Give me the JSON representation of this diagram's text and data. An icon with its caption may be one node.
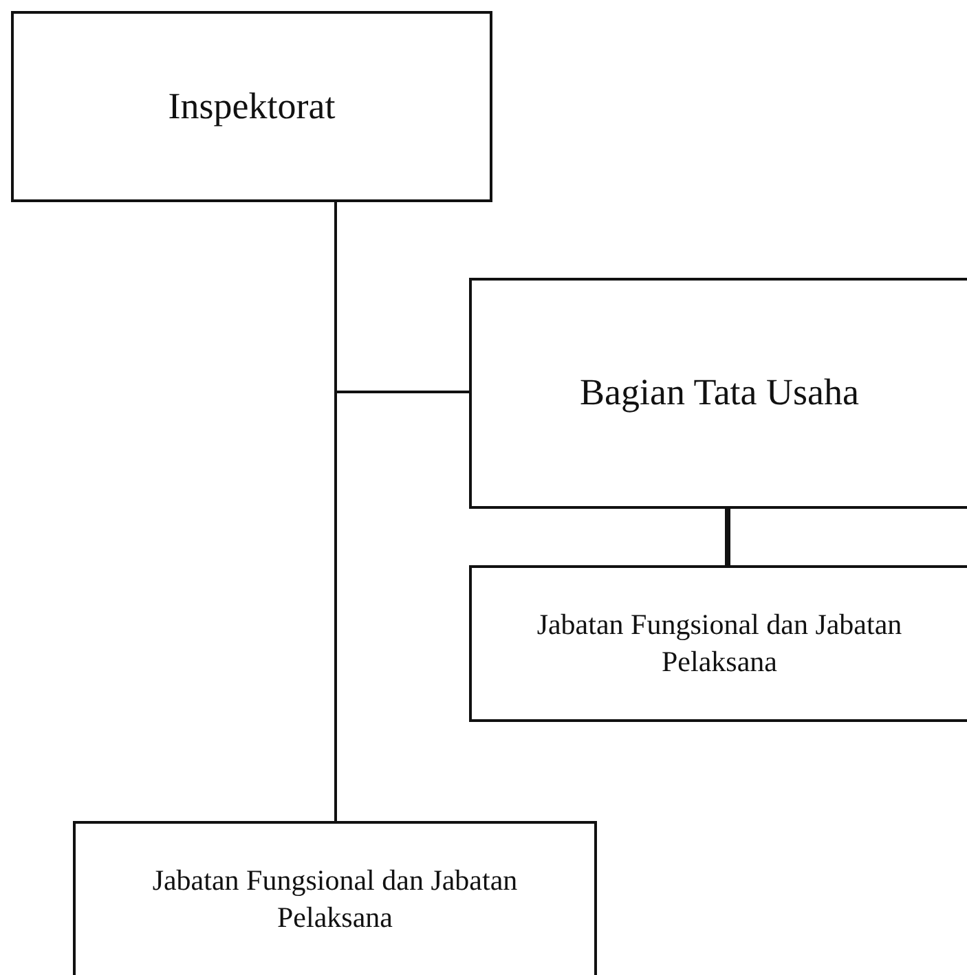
{
  "diagram": {
    "nodes": [
      {
        "text": [
          "Inspektorat"
        ]
      },
      {
        "text": [
          "Bagian Tata Usaha"
        ]
      },
      {
        "text": [
          "Jabatan Fungsional dan Jabatan Pelaksana"
        ]
      },
      {
        "text": [
          "Jabatan Fungsional dan Jabatan Pelaksana"
        ]
      }
    ],
    "edges": [
      {
        "from": 0,
        "to": 1,
        "arrow": "none"
      },
      {
        "from": 1,
        "to": 2,
        "arrow": "none",
        "style": "thick"
      },
      {
        "from": 0,
        "to": 3,
        "arrow": "none"
      }
    ]
  }
}
